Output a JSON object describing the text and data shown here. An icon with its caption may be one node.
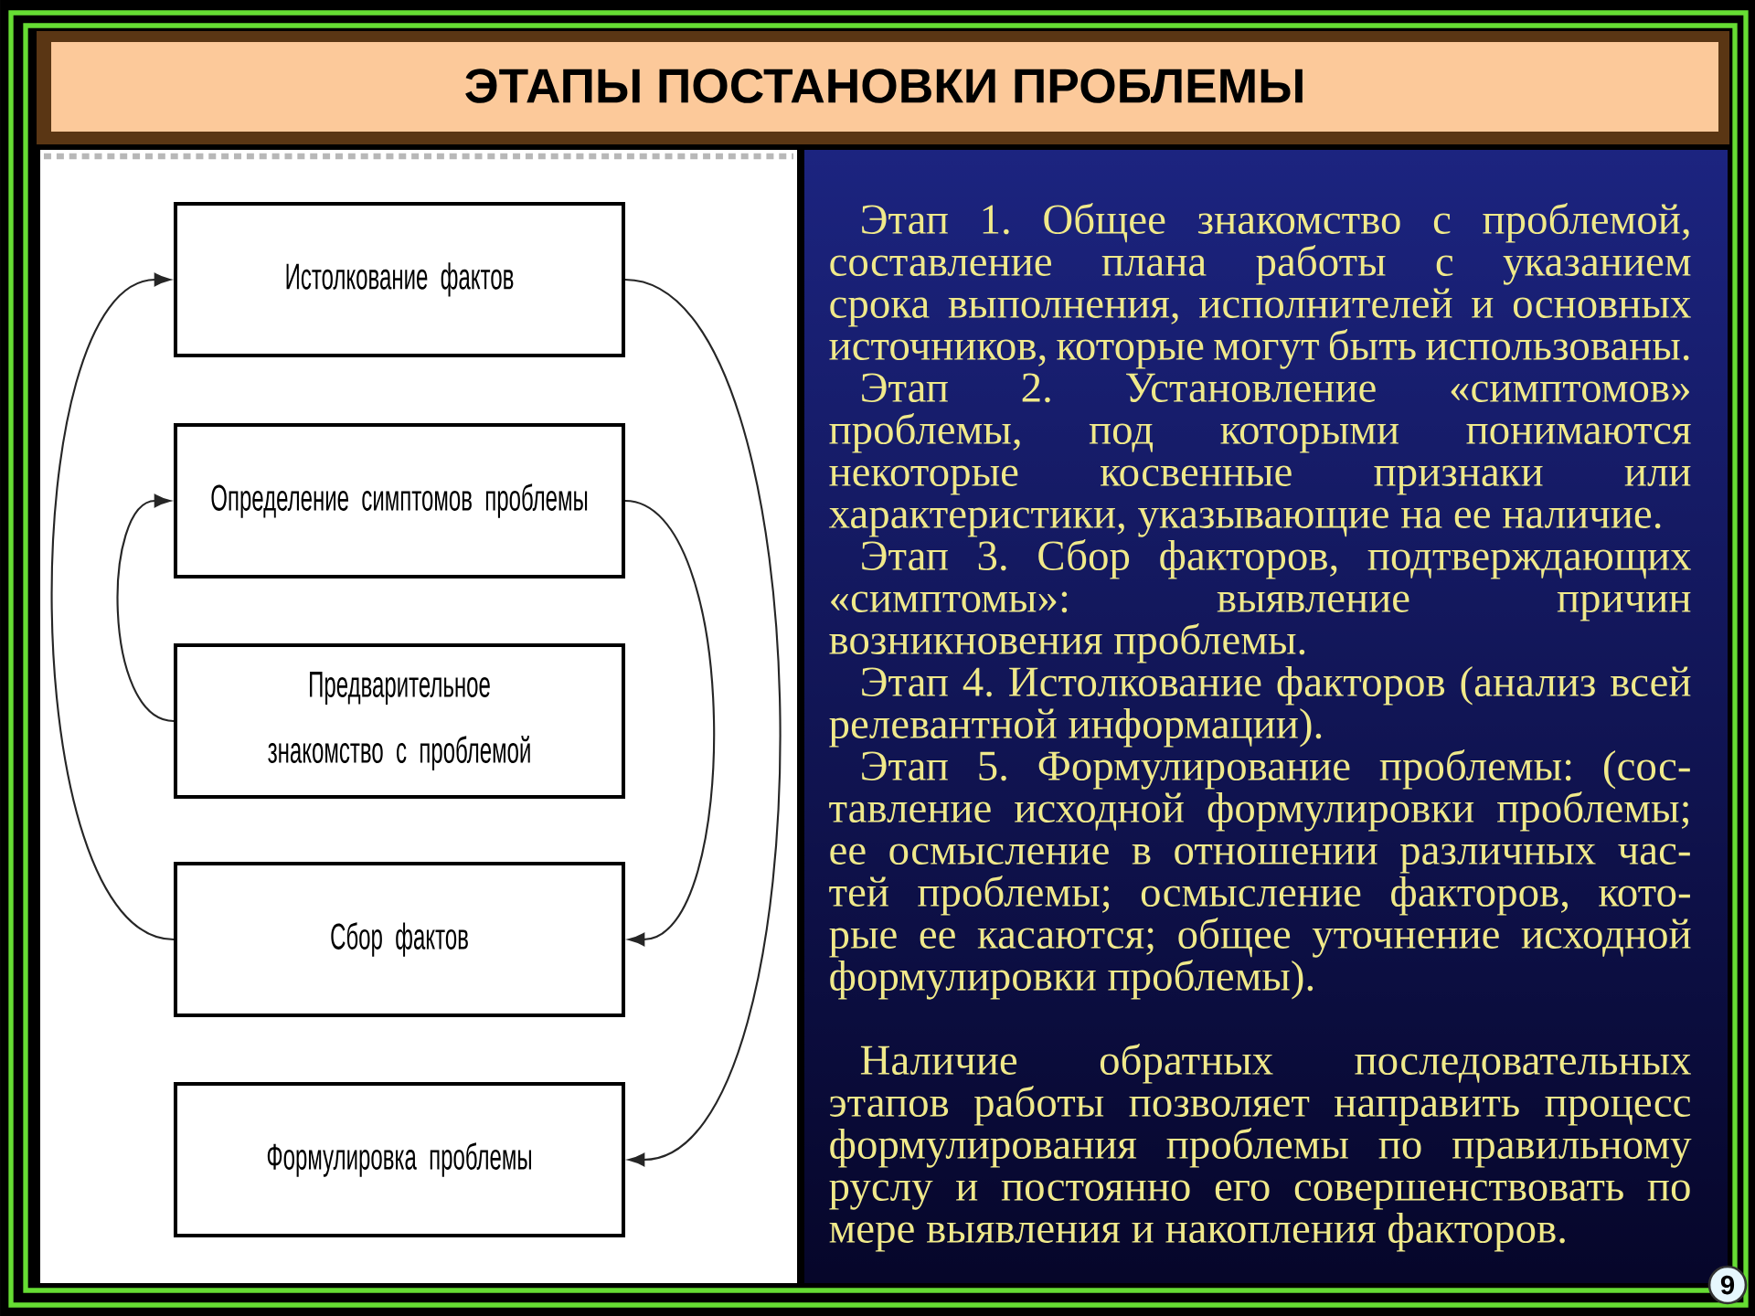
{
  "diagram": {
    "title": "ЭТАПЫ ПОСТАНОВКИ ПРОБЛЕМЫ",
    "nodes": [
      {
        "text": [
          "Истолкование фактов"
        ]
      },
      {
        "text": [
          "Определение симптомов проблемы"
        ]
      },
      {
        "text": [
          "Предварительное знакомство с проблемой"
        ]
      },
      {
        "text": [
          "Сбор фактов"
        ]
      },
      {
        "text": [
          "Формулировка проблемы"
        ]
      }
    ],
    "edges": [
      {
        "from": 2,
        "to": 1,
        "arrow": "to"
      },
      {
        "from": 3,
        "to": 0,
        "arrow": "to"
      },
      {
        "from": 1,
        "to": 3,
        "arrow": "to"
      },
      {
        "from": 0,
        "to": 4,
        "arrow": "to"
      }
    ],
    "labels": [
      "Этап 1. Общее знакомство с проблемой, составление плана работы с указанием срока выполнения, исполнителей и основных источников, которые могут быть использованы.",
      "Этап 2. Установление «симптомов» проблемы, под которыми понимаются некоторые косвенные признаки или характеристики, указывающие на ее наличие.",
      "Этап 3. Сбор факторов, подтверждающих «симптомы»: выявление причин возникновения проблемы.",
      "Этап 4. Истолкование факторов (анализ всей релевантной информации).",
      "Этап 5. Формулирование проблемы: (сос-тавление исходной формулировки проблемы; ее осмысление в отношении различных час-тей проблемы; осмысление факторов, кото-рые ее касаются; общее уточнение исходной формулировки проблемы).",
      "Наличие обратных последовательных этапов работы позволяет направить процесс формулирования проблемы по правильному руслу и постоянно его совершенствовать по мере выявления и накопления факторов.",
      "9"
    ]
  }
}
